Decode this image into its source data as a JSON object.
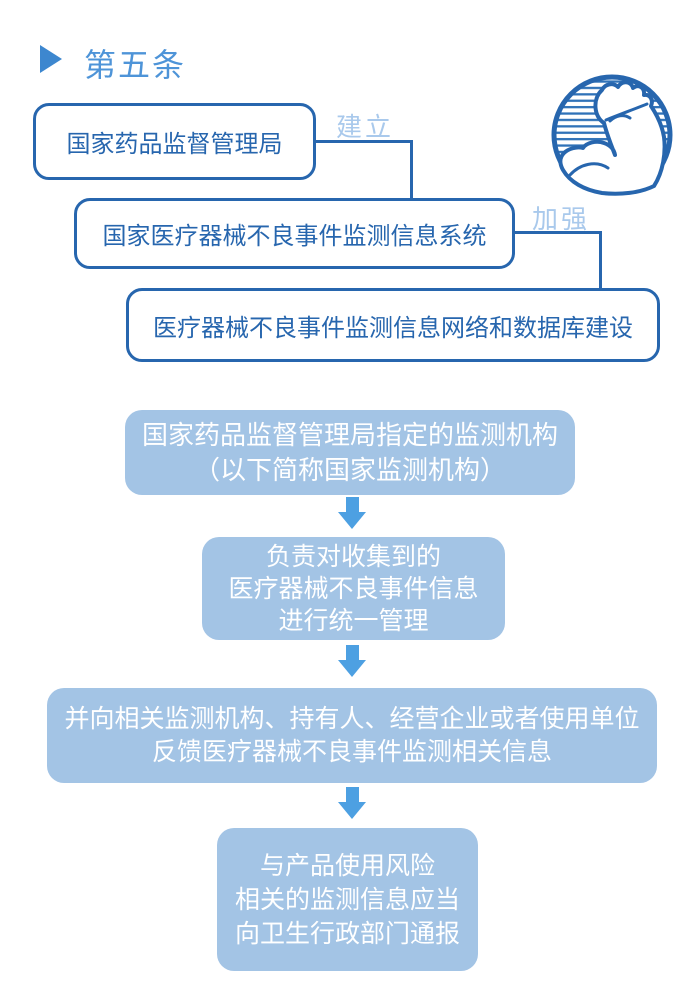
{
  "header": {
    "title": "第五条"
  },
  "org": {
    "boxes": [
      {
        "label": "国家药品监督管理局"
      },
      {
        "label": "国家医疗器械不良事件监测信息系统"
      },
      {
        "label": "医疗器械不良事件监测信息网络和数据库建设"
      }
    ],
    "connector_labels": [
      {
        "label": "建立"
      },
      {
        "label": "加强"
      }
    ]
  },
  "flow": {
    "steps": [
      {
        "lines": [
          "国家药品监督管理局指定的监测机构",
          "（以下简称国家监测机构）"
        ]
      },
      {
        "lines": [
          "负责对收集到的",
          "医疗器械不良事件信息",
          "进行统一管理"
        ]
      },
      {
        "lines": [
          "并向相关监测机构、持有人、经营企业或者使用单位",
          "反馈医疗器械不良事件监测相关信息"
        ]
      },
      {
        "lines": [
          "与产品使用风险",
          "相关的监测信息应当",
          "向卫生行政部门通报"
        ]
      }
    ]
  },
  "icon": {
    "name": "flexed-bicep-arm"
  },
  "colors": {
    "outline_blue": "#2766ae",
    "connector_label_blue": "#a9c9ec",
    "filled_box_blue": "#a3c4e5",
    "arrow_blue": "#4da0e2",
    "header_blue": "#4e94d8",
    "triangle_blue": "#3d87cf"
  }
}
